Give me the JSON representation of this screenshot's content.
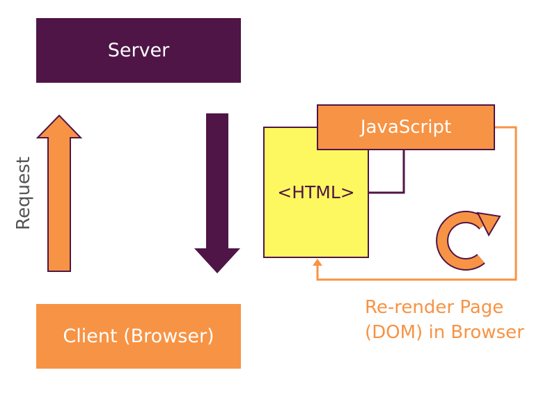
{
  "nodes": {
    "server": "Server",
    "client": "Client (Browser)",
    "html": "<HTML>",
    "javascript": "JavaScript"
  },
  "labels": {
    "request": "Request",
    "rerender_line1": "Re-render Page",
    "rerender_line2": "(DOM) in Browser"
  },
  "icons": {
    "refresh": "refresh-icon"
  },
  "colors": {
    "purple": "#4f1547",
    "orange": "#f79344",
    "yellow": "#fdf85f",
    "gray_text": "#555555"
  }
}
